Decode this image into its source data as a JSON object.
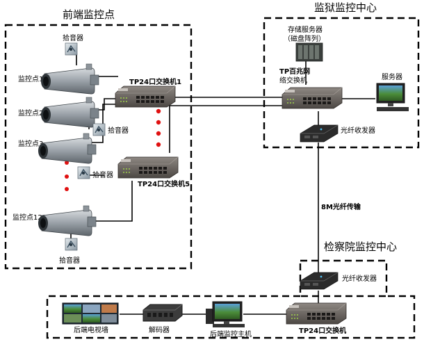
{
  "regions": {
    "front": {
      "title": "前端监控点"
    },
    "prison": {
      "title": "监狱监控中心"
    },
    "procuratorate": {
      "title": "检察院监控中心"
    }
  },
  "front": {
    "pickup_label": "拾音器",
    "points": [
      "监控点1",
      "监控点2",
      "监控点3",
      "监控点128"
    ],
    "switch1": "TP24口交换机1",
    "switch5": "TP24口交换机5"
  },
  "prison": {
    "storage_line1": "存储服务器",
    "storage_line2": "（磁盘阵列）",
    "core_switch_line1": "TP百兆网",
    "core_switch_line2": "络交换机",
    "server": "服务器",
    "transceiver": "光纤收发器"
  },
  "link": {
    "fiber": "8M光纤传输"
  },
  "procuratorate": {
    "transceiver": "光纤收发器",
    "tv_wall": "后端电视墙",
    "decoder": "解码器",
    "host": "后端监控主机",
    "switch": "TP24口交换机"
  },
  "colors": {
    "dash_border": "#000000",
    "camera_body": "#9aa1a8",
    "switch_body": "#6f6a66",
    "red_dots": "#e01010"
  }
}
